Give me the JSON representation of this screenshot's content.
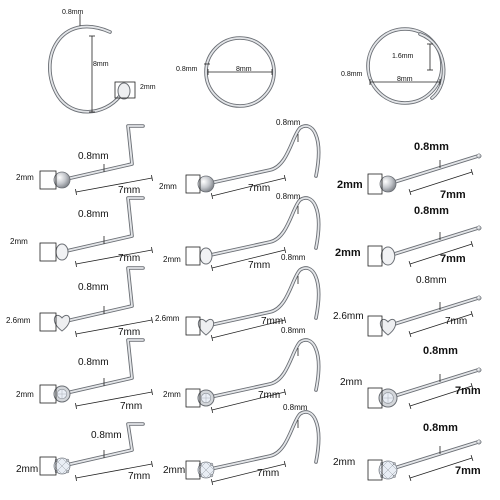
{
  "image": {
    "background": "#ffffff",
    "metal_color": "#c9ccd1",
    "metal_highlight": "#f2f3f5",
    "outline_color": "#6b6f75",
    "gem_color": "#e9eef5",
    "dimension_line_color": "#222222"
  },
  "hoops": {
    "d_ring": {
      "gauge": "0.8mm",
      "diameter": "8mm",
      "end": "2mm"
    },
    "seamless": {
      "gauge": "0.8mm",
      "diameter": "8mm"
    },
    "overlap": {
      "gauge": "0.8mm",
      "width": "1.6mm",
      "diameter": "8mm"
    }
  },
  "rows": [
    {
      "l_shape": {
        "gauge": "0.8mm",
        "head": "2mm",
        "length": "7mm",
        "head_type": "ball"
      },
      "screw": {
        "gauge": "0.8mm",
        "head": "2mm",
        "length": "7mm",
        "head_type": "ball"
      },
      "straight": {
        "gauge": "0.8mm",
        "head": "2mm",
        "length": "7mm",
        "head_type": "ball"
      }
    },
    {
      "l_shape": {
        "gauge": "0.8mm",
        "head": "2mm",
        "length": "7mm",
        "head_type": "flat"
      },
      "screw": {
        "gauge": "0.8mm",
        "head": "2mm",
        "length": "7mm",
        "head_type": "flat"
      },
      "straight": {
        "gauge": "0.8mm",
        "head": "2mm",
        "length": "7mm",
        "head_type": "flat"
      }
    },
    {
      "l_shape": {
        "gauge": "0.8mm",
        "head": "2.6mm",
        "length": "7mm",
        "head_type": "heart"
      },
      "screw": {
        "gauge": "0.8mm",
        "head": "2.6mm",
        "length": "7mm",
        "head_type": "heart"
      },
      "straight": {
        "gauge": "0.8mm",
        "head": "2.6mm",
        "length": "7mm",
        "head_type": "heart"
      }
    },
    {
      "l_shape": {
        "gauge": "0.8mm",
        "head": "2mm",
        "length": "7mm",
        "head_type": "bezel-gem"
      },
      "screw": {
        "gauge": "0.8mm",
        "head": "2mm",
        "length": "7mm",
        "head_type": "bezel-gem"
      },
      "straight": {
        "gauge": "0.8mm",
        "head": "2mm",
        "length": "7mm",
        "head_type": "bezel-gem"
      }
    },
    {
      "l_shape": {
        "gauge": "0.8mm",
        "head": "2mm",
        "length": "7mm",
        "head_type": "prong-gem"
      },
      "screw": {
        "gauge": "0.8mm",
        "head": "2mm",
        "length": "7mm",
        "head_type": "prong-gem"
      },
      "straight": {
        "gauge": "0.8mm",
        "head": "2mm",
        "length": "7mm",
        "head_type": "prong-gem"
      }
    }
  ]
}
